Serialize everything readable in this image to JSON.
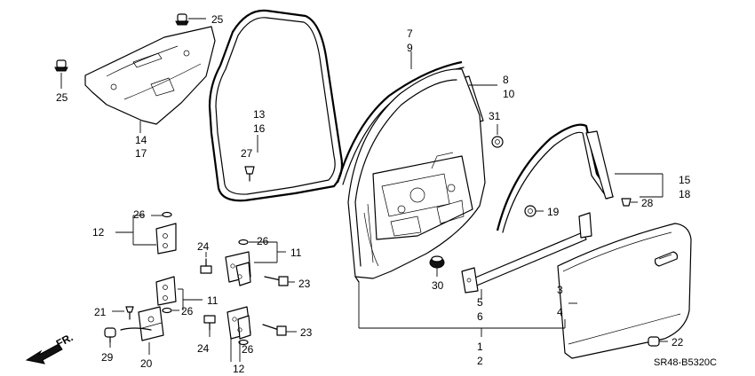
{
  "diagram": {
    "code": "SR48-B5320C",
    "front_label": "FR.",
    "callouts": {
      "c25a": "25",
      "c25b": "25",
      "c14": "14",
      "c17": "17",
      "c13": "13",
      "c16": "16",
      "c27": "27",
      "c7": "7",
      "c9": "9",
      "c8": "8",
      "c10": "10",
      "c31": "31",
      "c15": "15",
      "c18": "18",
      "c28": "28",
      "c19": "19",
      "c26a": "26",
      "c12a": "12",
      "c24a": "24",
      "c26b": "26",
      "c11a": "11",
      "c23a": "23",
      "c11b": "11",
      "c26c": "26",
      "c21": "21",
      "c29": "29",
      "c20": "20",
      "c24b": "24",
      "c23b": "23",
      "c26d": "26",
      "c12b": "12",
      "c30": "30",
      "c5": "5",
      "c6": "6",
      "c3": "3",
      "c4": "4",
      "c1": "1",
      "c2": "2",
      "c22": "22"
    }
  }
}
